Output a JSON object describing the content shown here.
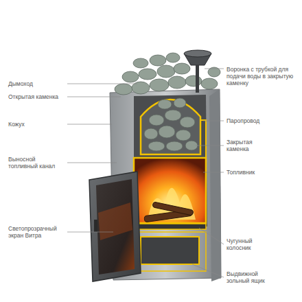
{
  "diagram": {
    "labels": [
      "Дымоход",
      "Открытая каменка",
      "Кожух",
      "Выносной топливный канал",
      "Светопрозрачный экран Витра",
      "Воронка с трубкой для подачи воды в закрытую каменку",
      "Паропровод",
      "Закрытая каменка",
      "Топливник",
      "Чугунный колосник",
      "Выдвижной зольный ящик"
    ]
  }
}
